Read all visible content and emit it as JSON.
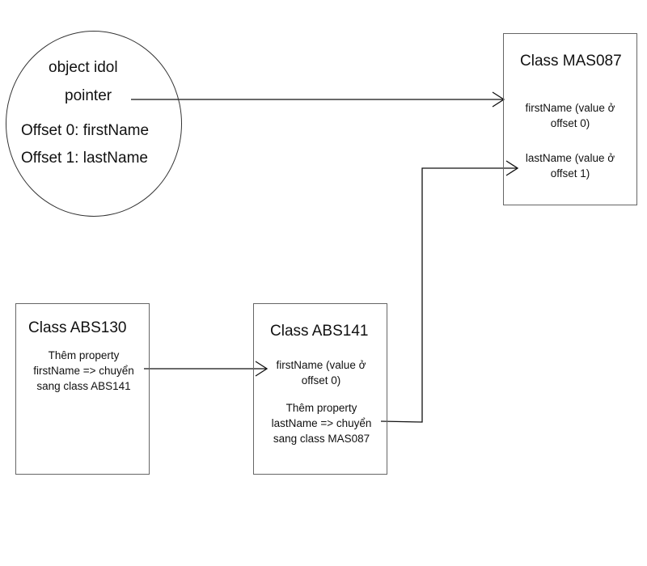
{
  "object_idol": {
    "title": "object idol",
    "pointer": "pointer",
    "offset0": "Offset 0: firstName",
    "offset1": "Offset 1: lastName"
  },
  "class_mas087": {
    "title": "Class MAS087",
    "first_name": "firstName (value ở offset 0)",
    "last_name": "lastName (value ở offset 1)"
  },
  "class_abs130": {
    "title": "Class ABS130",
    "note": "Thêm property firstName => chuyển sang class ABS141"
  },
  "class_abs141": {
    "title": "Class ABS141",
    "first_name": "firstName (value ở offset 0)",
    "note": "Thêm property lastName => chuyển sang class MAS087"
  },
  "colors": {
    "line": "#111111",
    "box_border": "#666666",
    "circle_border": "#333333"
  }
}
